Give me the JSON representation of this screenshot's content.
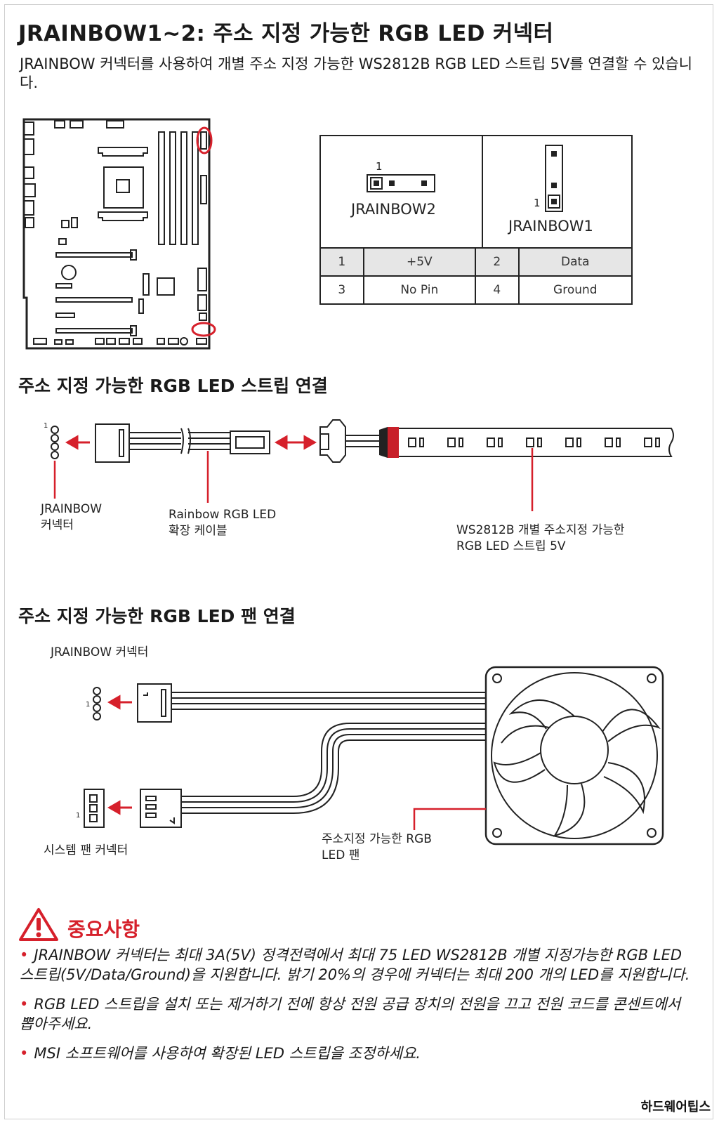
{
  "title": "JRAINBOW1~2: 주소 지정 가능한 RGB LED 커넥터",
  "intro": "JRAINBOW  커넥터를 사용하여  개별 주소 지정 가능한 WS2812B RGB LED 스트립 5V를 연결할 수 있습니다.",
  "connectors": {
    "jrainbow2": {
      "name": "JRAINBOW2",
      "pin1_label": "1"
    },
    "jrainbow1": {
      "name": "JRAINBOW1",
      "pin1_label": "1"
    }
  },
  "pin_table": {
    "rows": [
      [
        "1",
        "+5V",
        "2",
        "Data"
      ],
      [
        "3",
        "No Pin",
        "4",
        "Ground"
      ]
    ]
  },
  "strip_section": {
    "heading": "주소 지정 가능한 RGB LED 스트립 연결",
    "pin1_label": "1",
    "jrainbow_label": [
      "JRAINBOW",
      "커넥터"
    ],
    "cable_label": [
      "Rainbow RGB LED",
      "확장 케이블"
    ],
    "strip_label": [
      "WS2812B 개별 주소지정 가능한",
      "RGB LED 스트립  5V"
    ]
  },
  "fan_section": {
    "heading": "주소 지정 가능한 RGB LED 팬 연결",
    "jrainbow_label": "JRAINBOW 커넥터",
    "pin1_label": "1",
    "system_fan_pin1_label": "1",
    "system_fan_label": "시스템 팬 커넥터",
    "fan_label": [
      "주소지정 가능한 RGB",
      "LED 팬"
    ]
  },
  "important": {
    "title": "중요사항",
    "bullet": "•",
    "notes": [
      "JRAINBOW 커넥터는 최대 3A(5V) 정격전력에서 최대 75 LED WS2812B 개별 지정가능한 RGB LED 스트립(5V/Data/Ground)을 지원합니다. 밝기 20%의 경우에 커넥터는 최대 200 개의 LED를 지원합니다.",
      "RGB LED 스트립을 설치 또는 제거하기 전에 항상 전원 공급 장치의 전원을 끄고 전원 코드를 콘센트에서 뽑아주세요.",
      "MSI 소프트웨어를 사용하여 확장된 LED 스트립을 조정하세요."
    ]
  },
  "watermark": "하드웨어팁스",
  "colors": {
    "accent": "#d6202b",
    "line": "#222222",
    "table_header": "#e6e6e6"
  }
}
